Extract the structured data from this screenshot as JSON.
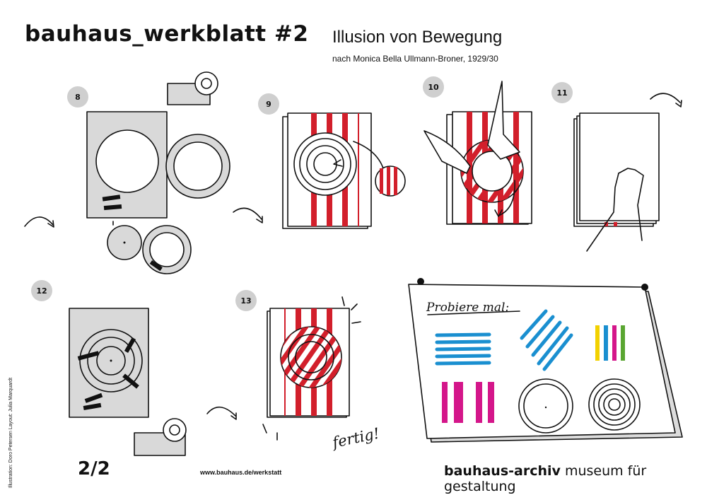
{
  "header": {
    "title": "bauhaus_werkblatt #2",
    "subtitle": "Illusion von Bewegung",
    "subline": "nach Monica Bella Ullmann-Broner, 1929/30"
  },
  "steps": [
    "8",
    "9",
    "10",
    "11",
    "12",
    "13"
  ],
  "annotations": {
    "try_it": "Probiere mal:",
    "done": "fertig!"
  },
  "footer": {
    "credits": "Illustration: Doro Petersen    Layout: Julia Marquardt",
    "page": "2/2",
    "url": "www.bauhaus.de/werkstatt",
    "logo_bold": "bauhaus-archiv",
    "logo_rest": " museum für gestaltung"
  },
  "colors": {
    "red": "#d21f2b",
    "grey": "#d9d9d9",
    "blue": "#1a8fd0",
    "magenta": "#d4168a",
    "yellow": "#f2d100",
    "green": "#5aa632"
  }
}
